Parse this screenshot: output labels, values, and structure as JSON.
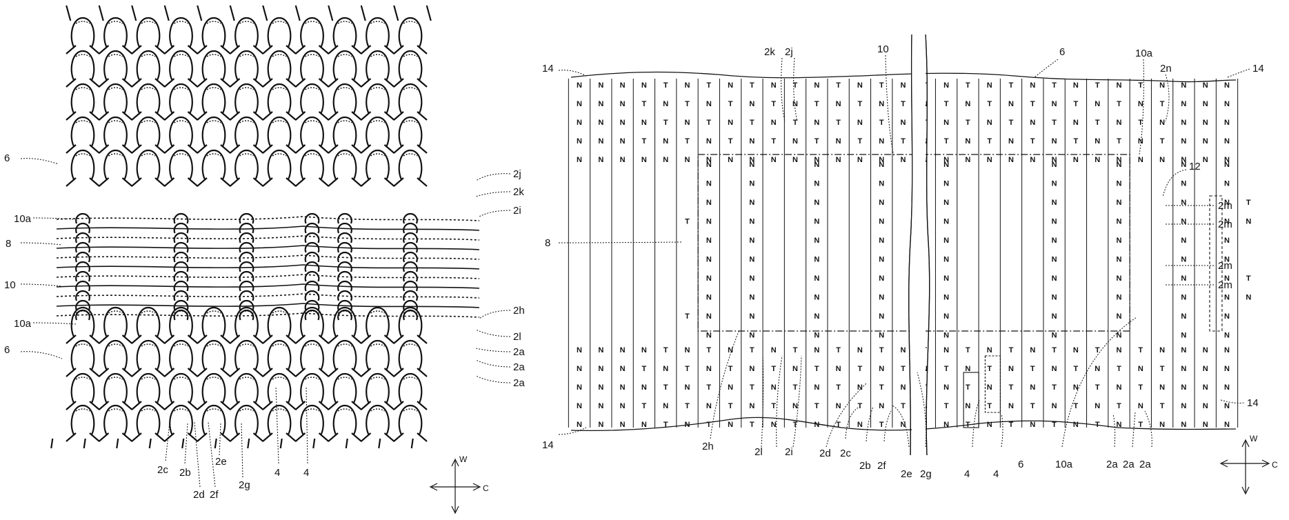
{
  "left_figure": {
    "label_6_top": "6",
    "label_10a_top": "10a",
    "label_8": "8",
    "label_10": "10",
    "label_10a_bottom": "10a",
    "label_6_bottom": "6",
    "label_2j": "2j",
    "label_2k": "2k",
    "label_2i": "2i",
    "label_2h": "2h",
    "label_2l": "2l",
    "label_2a_1": "2a",
    "label_2a_2": "2a",
    "label_2a_3": "2a",
    "label_2c": "2c",
    "label_2b": "2b",
    "label_2e": "2e",
    "label_2d": "2d",
    "label_2f": "2f",
    "label_2g": "2g",
    "label_4_1": "4",
    "label_4_2": "4"
  },
  "right_figure": {
    "label_14_top_left": "14",
    "label_2k": "2k",
    "label_2j": "2j",
    "label_10": "10",
    "label_6_top": "6",
    "label_10a_top": "10a",
    "label_2n": "2n",
    "label_14_top_right": "14",
    "label_12": "12",
    "label_2m_1": "2m",
    "label_2m_2": "2m",
    "label_2m_3": "2m",
    "label_2m_4": "2m",
    "label_8": "8",
    "label_14_right": "14",
    "label_14_bottom_left": "14",
    "label_2h": "2h",
    "label_2l": "2l",
    "label_2i": "2i",
    "label_2d": "2d",
    "label_2c": "2c",
    "label_2b": "2b",
    "label_2f": "2f",
    "label_2e": "2e",
    "label_2g": "2g",
    "label_4_1": "4",
    "label_4_2": "4",
    "label_6_bottom": "6",
    "label_10a_bottom": "10a",
    "label_2a_1": "2a",
    "label_2a_2": "2a",
    "label_2a_3": "2a"
  },
  "grid": {
    "top_rows": [
      "NNNNTNTNTNTNTNTNTNTNTNTNTNTNNNN",
      "NNNTNTNTNTNTNTNTNTNTNTNTNTNTNNN",
      "NNNNTNTNTNTNTNTNTNTNTNTNTNTNNNN",
      "NNNTNTNTNTNTNTNTNTNTNTNTNTNTNNN",
      "NNNNNNNNNNNNNNNNNNNNNNNNNNNNNNN"
    ],
    "bottom_rows": [
      "NNNNTNTNTNTNTNTNTNTNTNTNTNTNNNN",
      "NNNTNTNTNTNTNTNTNTNTNTNTNTNTNNN",
      "NNNNTNTNTNTNTNTNTNTNTNTNTNTNNNN",
      "NNNTNTNTNTNTNTNTNTNTNTNTNTNTNNN",
      "NNNNTNTNTNTNTNTNTNTNTNTNTNTNNNN"
    ],
    "middle_rows": [
      "      N N  N  N  N    N  N  N N",
      "      N N  N  N  N    N  N  N N",
      "      N N  N  N  N    N  N  N NT",
      "     TN N  N  N  N    N  N  N NN",
      "      N N  N  N  N    N  N  N N",
      "      N N  N  N  N    N  N  N N",
      "      N N  N  N  N    N  N  N NT",
      "      N N  N  N  N    N  N  N NN",
      "     TN N  N  N  N    N  N  N N",
      "      N N  N  N  N    N  N  N N"
    ]
  },
  "compass_left": {
    "north": "W",
    "east": "C"
  },
  "compass_right": {
    "north": "W",
    "east": "C"
  }
}
